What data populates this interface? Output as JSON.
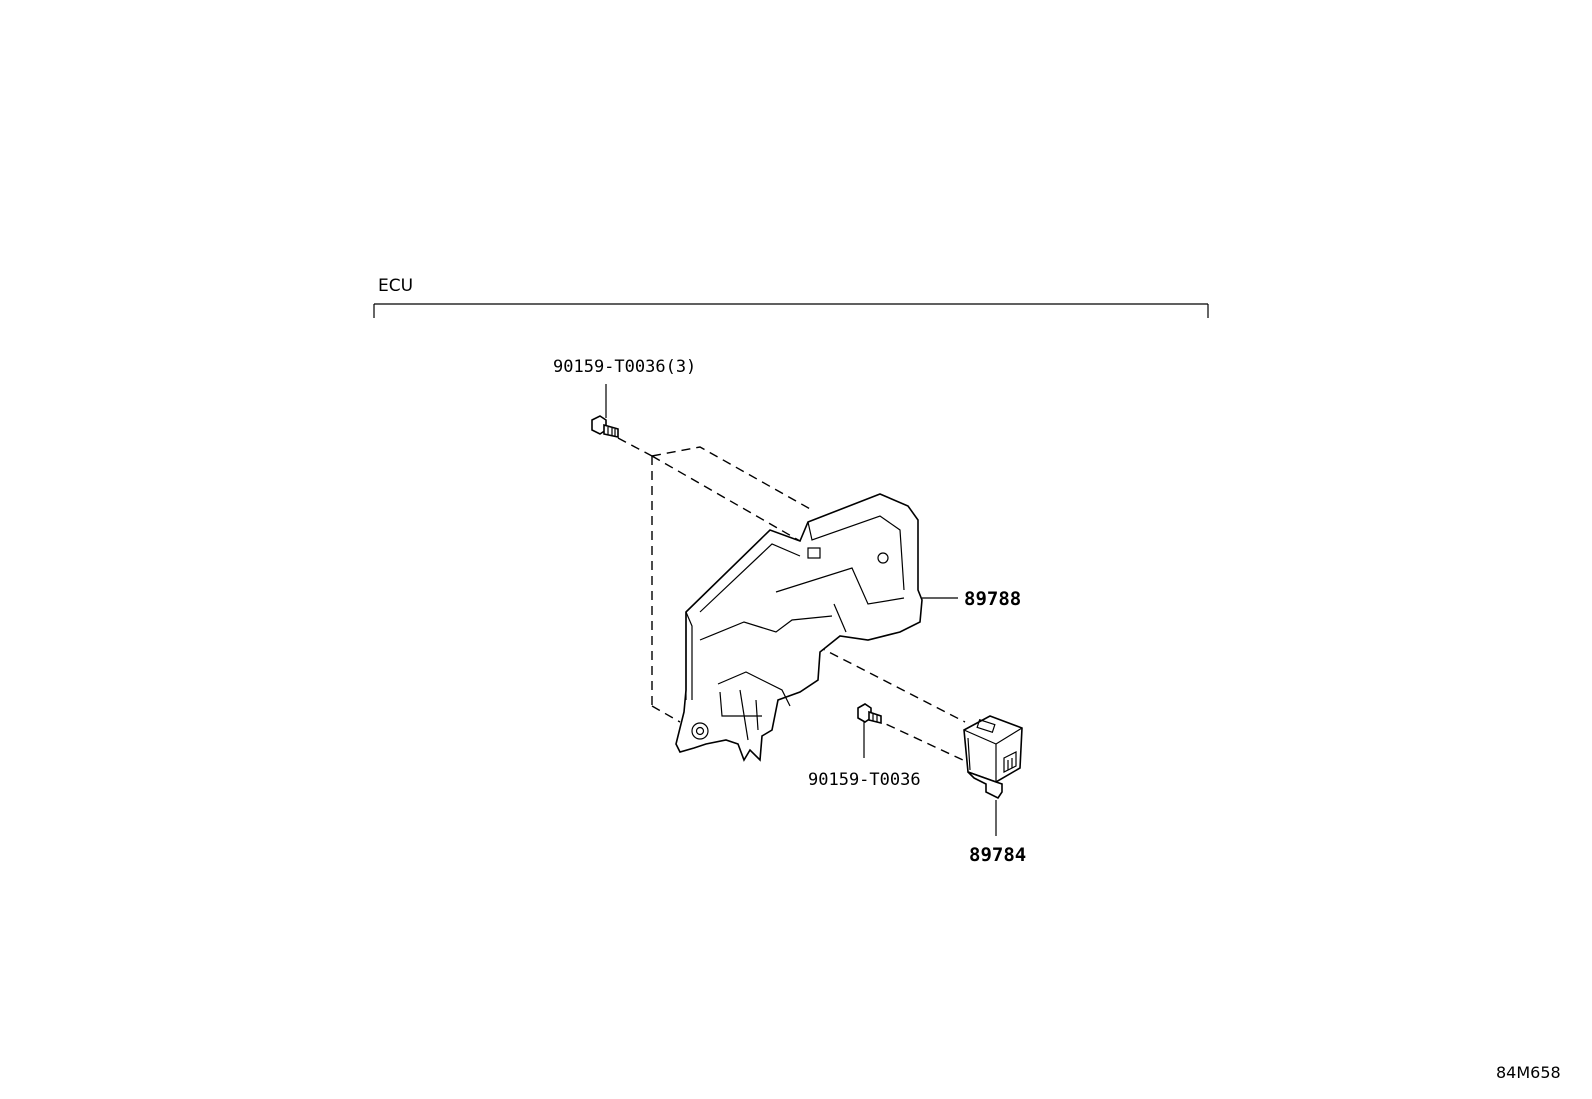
{
  "section": {
    "title": "ECU"
  },
  "parts": {
    "bolt_top": {
      "label": "90159-T0036(3)"
    },
    "bolt_bottom": {
      "label": "90159-T0036"
    },
    "bracket": {
      "label": "89788"
    },
    "ecu_unit": {
      "label": "89784"
    }
  },
  "diagram_code": "84M658"
}
